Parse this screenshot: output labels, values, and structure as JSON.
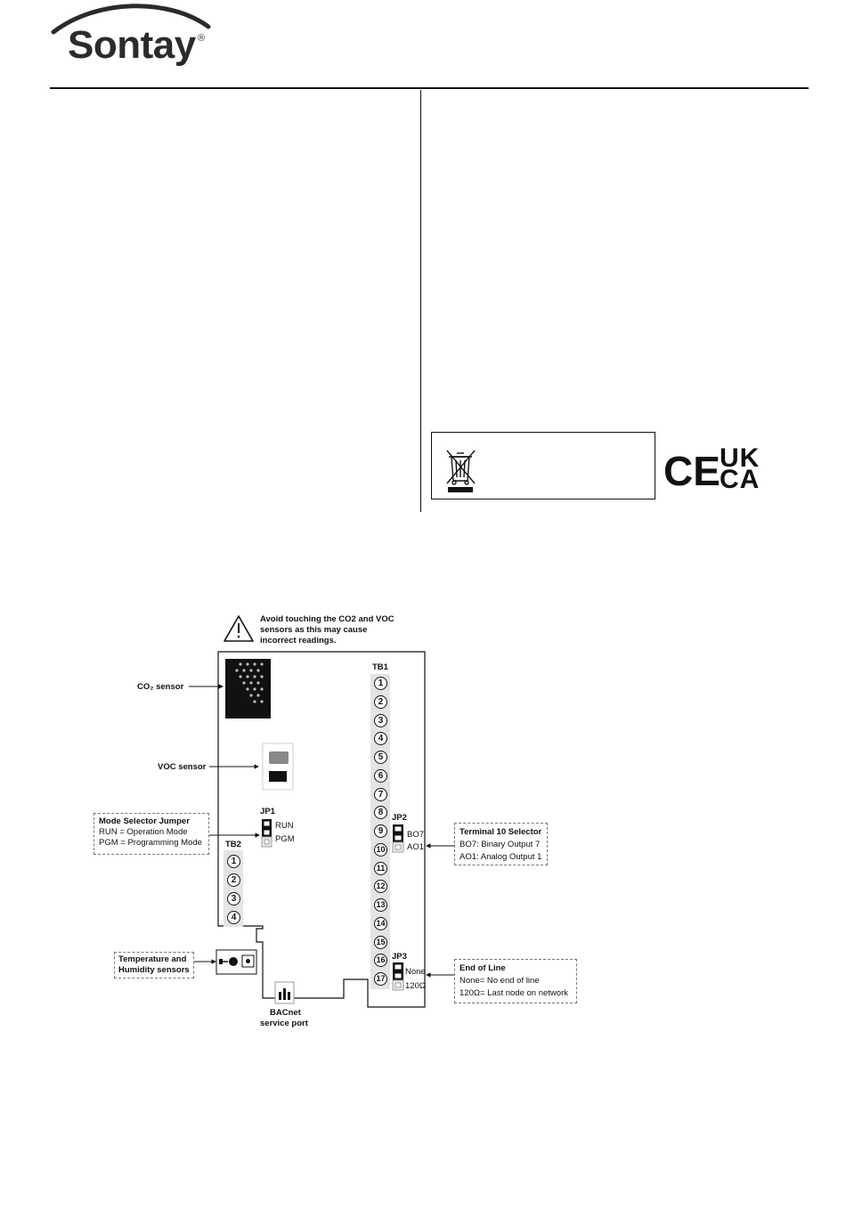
{
  "header": {
    "brand": "Sontay",
    "registered": "®"
  },
  "marks": {
    "ce": "CE",
    "uk": "UK",
    "ca": "CA"
  },
  "warning": {
    "text": [
      "Avoid touching the CO2 and VOC",
      "sensors as this may cause",
      "incorrect readings."
    ]
  },
  "board": {
    "co2_label": "CO₂ sensor",
    "voc_label": "VOC sensor",
    "tb1_label": "TB1",
    "tb1_terminals": [
      "1",
      "2",
      "3",
      "4",
      "5",
      "6",
      "7",
      "8",
      "9",
      "10",
      "11",
      "12",
      "13",
      "14",
      "15",
      "16",
      "17"
    ],
    "tb2_label": "TB2",
    "tb2_terminals": [
      "1",
      "2",
      "3",
      "4"
    ],
    "jp1": {
      "label": "JP1",
      "opt1": "RUN",
      "opt2": "PGM"
    },
    "jp2": {
      "label": "JP2",
      "opt1": "BO7",
      "opt2": "AO1"
    },
    "jp3": {
      "label": "JP3",
      "opt1": "None",
      "opt2": "120Ω"
    },
    "temp_humidity_label": [
      "Temperature and",
      "Humidity sensors"
    ],
    "bacnet_label": [
      "BACnet",
      "service port"
    ]
  },
  "callouts": {
    "mode_selector": {
      "title": "Mode Selector Jumper",
      "line1": "RUN = Operation Mode",
      "line2": "PGM = Programming Mode"
    },
    "terminal10": {
      "title": "Terminal 10 Selector",
      "line1": "BO7: Binary Output 7",
      "line2": "AO1: Analog Output 1"
    },
    "end_of_line": {
      "title": "End of Line",
      "line1": "None= No end of line",
      "line2": "120Ω= Last node on network"
    }
  }
}
